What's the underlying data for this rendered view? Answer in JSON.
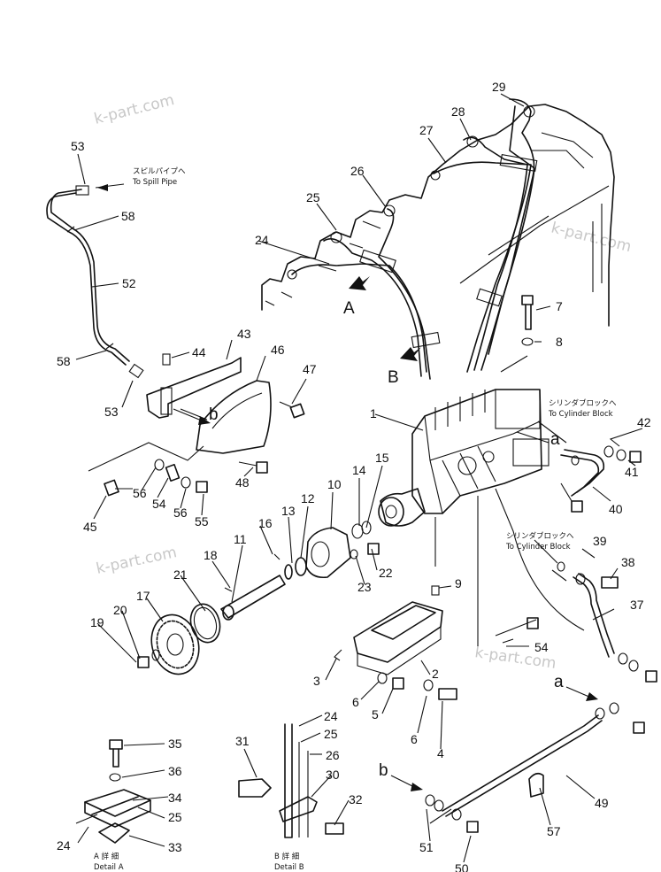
{
  "watermarks": [
    "k-part.com",
    "k-part.com",
    "k-part.com",
    "k-part.com"
  ],
  "notes": {
    "spill_jp": "スピルパイプへ",
    "spill_en": "To Spill Pipe",
    "cyl1_jp": "シリンダブロックへ",
    "cyl1_en": "To Cylinder Block",
    "cyl2_jp": "シリンダブロックへ",
    "cyl2_en": "To Cylinder Block",
    "detail_a_jp": "A 詳 細",
    "detail_a_en": "Detail A",
    "detail_b_jp": "B 詳 細",
    "detail_b_en": "Detail B"
  },
  "views": {
    "a": "A",
    "b": "B"
  },
  "refs": {
    "a1": "a",
    "a2": "a",
    "b1": "b",
    "b2": "b"
  },
  "parts": {
    "p1": "1",
    "p2": "2",
    "p3": "3",
    "p4": "4",
    "p5": "5",
    "p6a": "6",
    "p6b": "6",
    "p7": "7",
    "p8": "8",
    "p9": "9",
    "p10": "10",
    "p11": "11",
    "p12": "12",
    "p13": "13",
    "p14": "14",
    "p15": "15",
    "p16": "16",
    "p17": "17",
    "p18": "18",
    "p19": "19",
    "p20": "20",
    "p21": "21",
    "p22": "22",
    "p23": "23",
    "p24a": "24",
    "p24b": "24",
    "p24c": "24",
    "p25a": "25",
    "p25b": "25",
    "p25c": "25",
    "p26a": "26",
    "p26b": "26",
    "p27": "27",
    "p28": "28",
    "p29": "29",
    "p30": "30",
    "p31": "31",
    "p32": "32",
    "p33": "33",
    "p34": "34",
    "p35": "35",
    "p36": "36",
    "p37": "37",
    "p38": "38",
    "p39": "39",
    "p40": "40",
    "p41": "41",
    "p42": "42",
    "p43": "43",
    "p44": "44",
    "p45": "45",
    "p46": "46",
    "p47": "47",
    "p48": "48",
    "p49": "49",
    "p50": "50",
    "p51": "51",
    "p52": "52",
    "p53a": "53",
    "p53b": "53",
    "p54a": "54",
    "p54b": "54",
    "p55": "55",
    "p56a": "56",
    "p56b": "56",
    "p57": "57",
    "p58a": "58",
    "p58b": "58"
  }
}
